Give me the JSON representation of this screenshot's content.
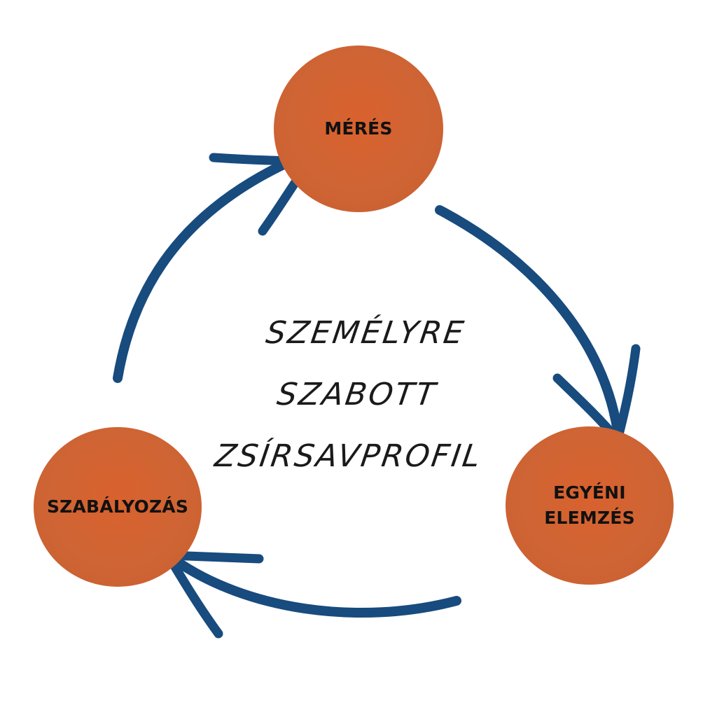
{
  "nodes": {
    "meres": {
      "label": "MÉRÉS"
    },
    "egyeni": {
      "label": "EGYÉNI\nELEMZÉS"
    },
    "szabalyozas": {
      "label": "SZABÁLYOZÁS"
    }
  },
  "center": {
    "lines": [
      "SZEMÉLYRE",
      "SZABOTT",
      "ZSÍRSAVPROFIL"
    ]
  },
  "colors": {
    "node_fill": "#cf6434",
    "arrow": "#184b7e",
    "text": "#111111"
  }
}
